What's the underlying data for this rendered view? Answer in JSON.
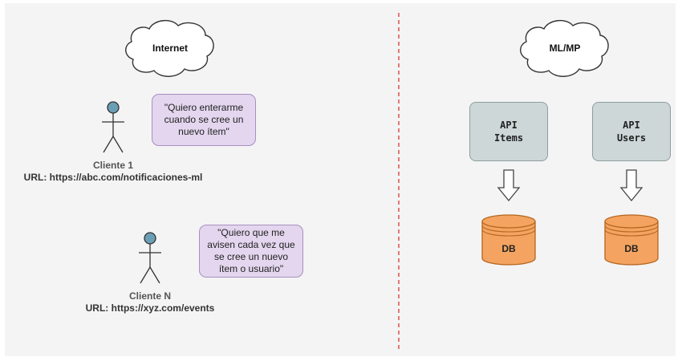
{
  "left_zone": {
    "cloud_label": "Internet",
    "clients": [
      {
        "name": "Cliente 1",
        "url": "URL: https://abc.com/notificaciones-ml",
        "note": "\"Quiero enterarme\ncuando se cree un\nnuevo ítem\""
      },
      {
        "name": "Cliente N",
        "url": "URL: https://xyz.com/events",
        "note": "\"Quiero que me\navisen cada vez que\nse cree un nuevo\nítem o usuario\""
      }
    ]
  },
  "right_zone": {
    "cloud_label": "ML/MP",
    "apis": [
      {
        "line1": "API",
        "line2": "Items",
        "db_label": "DB"
      },
      {
        "line1": "API",
        "line2": "Users",
        "db_label": "DB"
      }
    ]
  },
  "colors": {
    "divider": "#d9534f",
    "note_fill": "#e3d6ee",
    "api_fill": "#cdd7d7",
    "db_fill": "#f4a460",
    "actor_head": "#6a9fb5"
  }
}
